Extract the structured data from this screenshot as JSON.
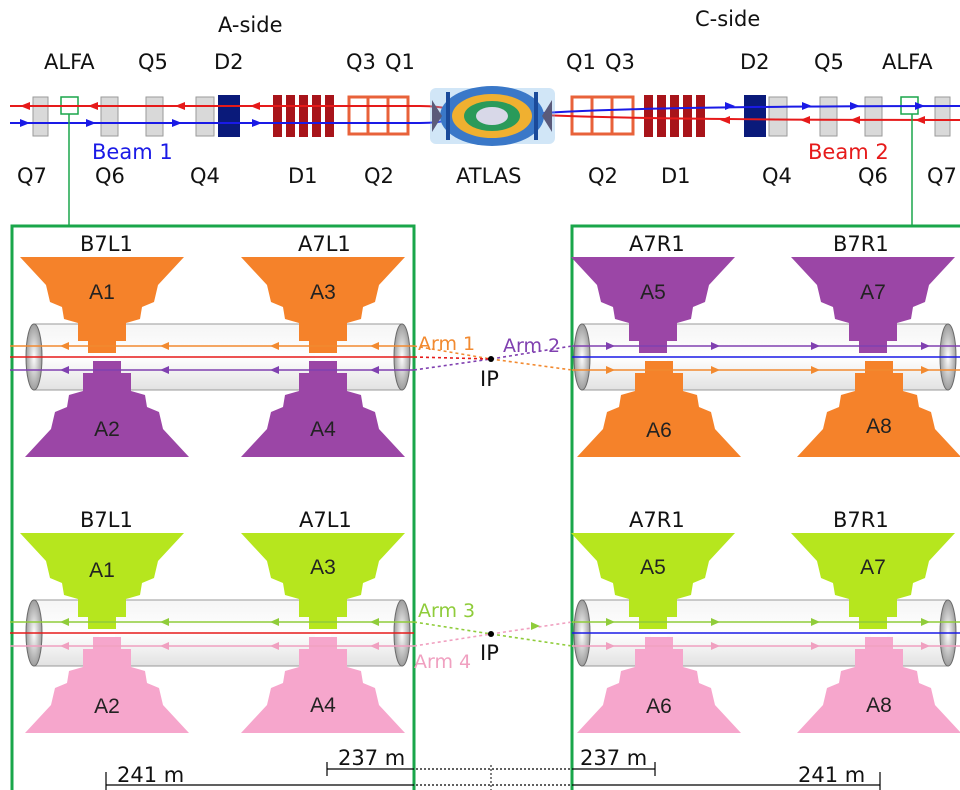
{
  "sides": {
    "a": "A-side",
    "c": "C-side"
  },
  "top_labels": {
    "a_alfa": "ALFA",
    "a_q5": "Q5",
    "a_d2": "D2",
    "a_q3": "Q3",
    "a_q1": "Q1",
    "c_q1": "Q1",
    "c_q3": "Q3",
    "c_d2": "D2",
    "c_q5": "Q5",
    "c_alfa": "ALFA"
  },
  "bottom_labels": {
    "a_q7": "Q7",
    "a_q6": "Q6",
    "a_q4": "Q4",
    "a_d1": "D1",
    "a_q2": "Q2",
    "atlas": "ATLAS",
    "c_q2": "Q2",
    "c_d1": "D1",
    "c_q4": "Q4",
    "c_q6": "Q6",
    "c_q7": "Q7"
  },
  "beams": {
    "beam1": "Beam 1",
    "beam2": "Beam 2"
  },
  "stations": {
    "a_outer": "B7L1",
    "a_inner": "A7L1",
    "c_inner": "A7R1",
    "c_outer": "B7R1"
  },
  "detectors": {
    "a1": "A1",
    "a2": "A2",
    "a3": "A3",
    "a4": "A4",
    "a5": "A5",
    "a6": "A6",
    "a7": "A7",
    "a8": "A8"
  },
  "arms": {
    "arm1": "Arm 1",
    "arm2": "Arm 2",
    "arm3": "Arm 3",
    "arm4": "Arm 4"
  },
  "ip": "IP",
  "distances": {
    "a_outer": "241 m",
    "a_inner": "237 m",
    "c_inner": "237 m",
    "c_outer": "241 m"
  },
  "colors": {
    "beam1": "#1a1ae6",
    "beam2": "#e61a1a",
    "frame": "#1aa64a",
    "arm1": "#f28a30",
    "arm2": "#8040b0",
    "arm3": "#8fcc3a",
    "arm4": "#f0a0c0",
    "det_orange": "#f5822a",
    "det_purple": "#9b46a6",
    "det_green": "#b6e61e",
    "det_pink": "#f6a6cc",
    "dipole_d1": "#a8141a",
    "dipole_d2": "#0a1a7a",
    "quad_q1q3": "#e8623a",
    "quad_gray": "#d9d9d9"
  }
}
